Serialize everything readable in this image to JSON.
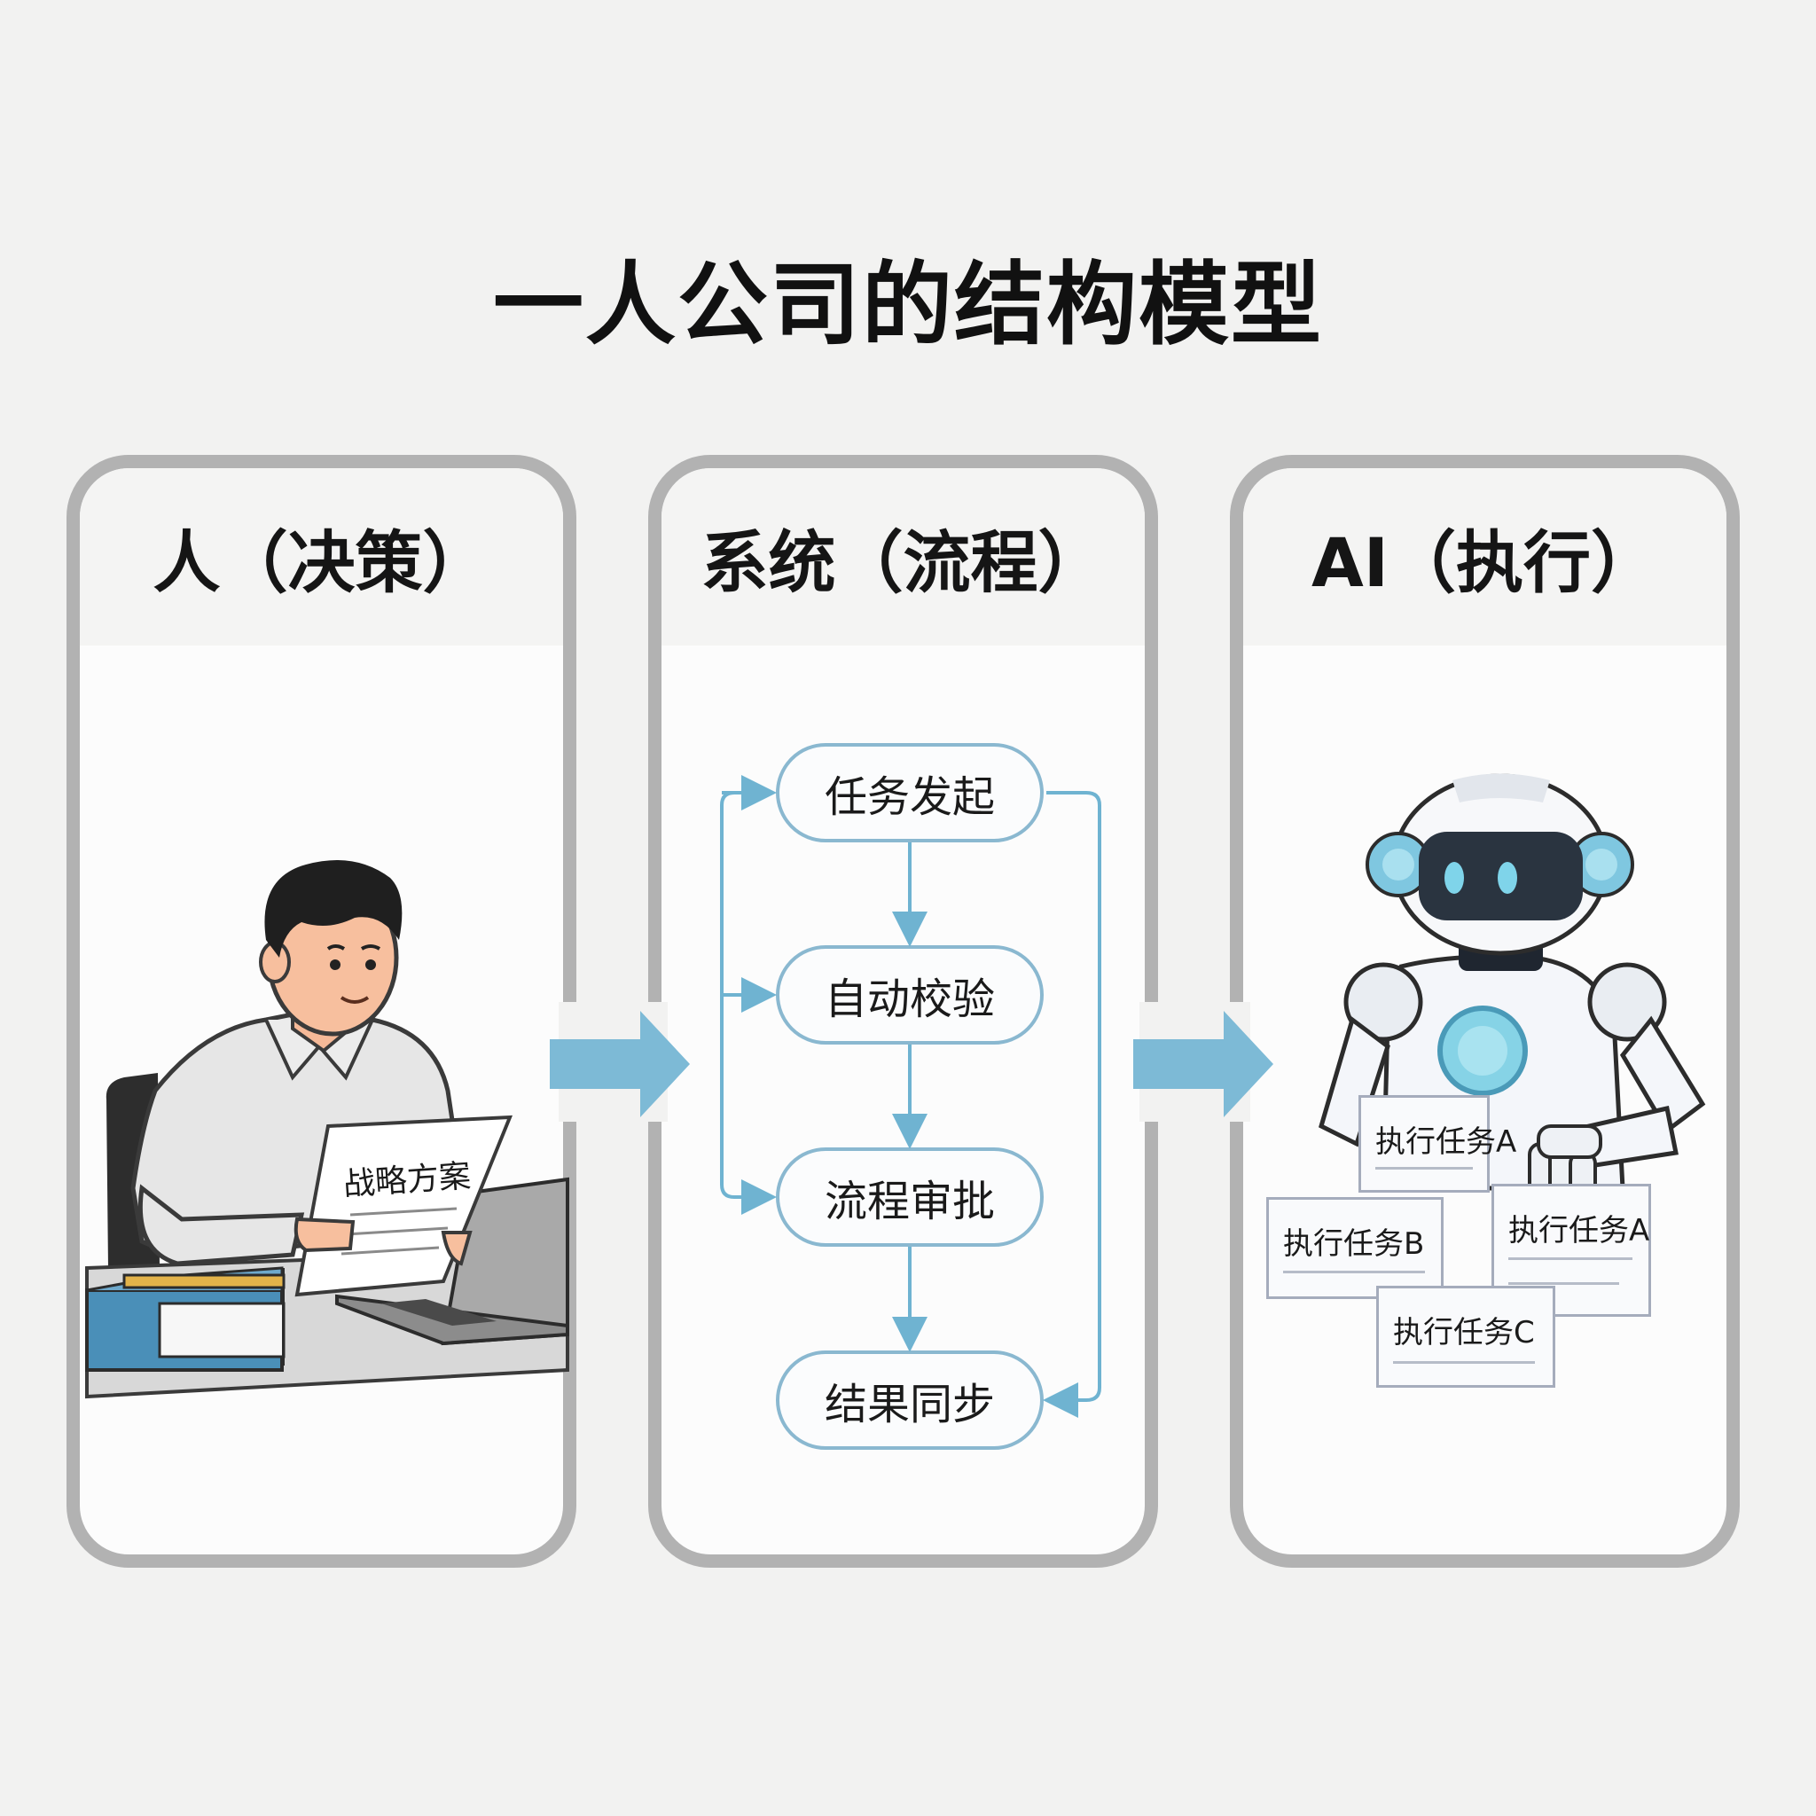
{
  "title": "一人公司的结构模型",
  "panels": {
    "human": {
      "label": "人（决策）",
      "document_label": "战略方案"
    },
    "system": {
      "label": "系统（流程）",
      "steps": [
        "任务发起",
        "自动校验",
        "流程审批",
        "结果同步"
      ]
    },
    "ai": {
      "label": "AI（执行）",
      "tasks": [
        "执行任务A",
        "执行任务B",
        "执行任务A",
        "执行任务C"
      ]
    }
  },
  "colors": {
    "panel_border": "#b2b2b2",
    "flow_accent": "#6fb3d1",
    "arrow": "#7dbad6",
    "robot_glow": "#86d3e6"
  },
  "icons": [
    "person-at-desk-illustration",
    "robot-illustration",
    "right-arrow-icon"
  ]
}
